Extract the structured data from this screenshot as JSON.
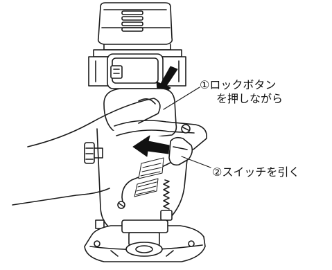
{
  "callouts": [
    {
      "number": "①",
      "lines": [
        "ロックボタン",
        "を押しながら"
      ]
    },
    {
      "number": "②",
      "lines": [
        "スイッチを引く"
      ]
    }
  ],
  "colors": {
    "line": "#1a1a1a",
    "arrow": "#111111",
    "background": "#ffffff"
  },
  "icons": [
    "press-arrow-icon",
    "pull-arrow-icon"
  ]
}
